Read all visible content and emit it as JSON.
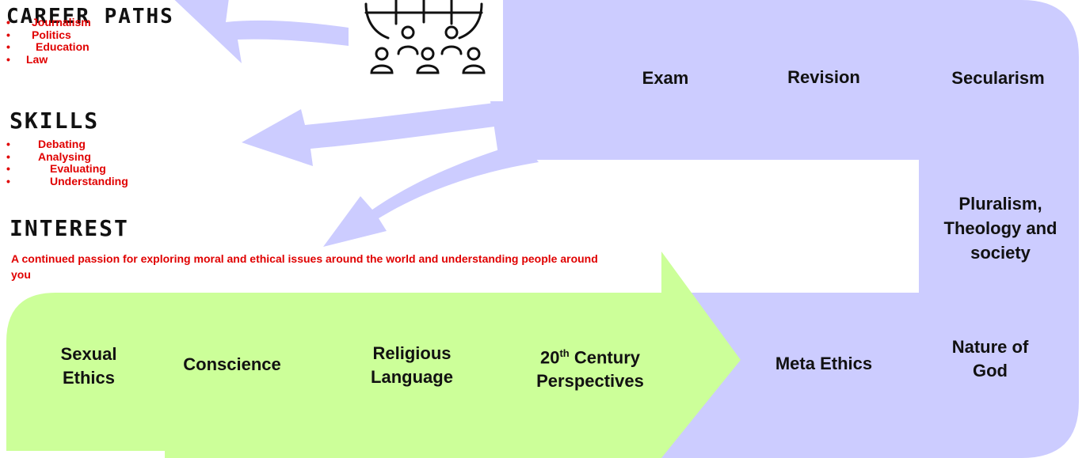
{
  "colors": {
    "upper_band": "#ccccff",
    "lower_band": "#ccff99",
    "accent_text": "#e00000",
    "dark_text": "#111111"
  },
  "career_paths": {
    "heading": "CAREER PATHS",
    "items": [
      "Journalism",
      "Politics",
      "Education",
      "Law"
    ]
  },
  "skills": {
    "heading": "SKILLS",
    "items": [
      "Debating",
      "Analysing",
      "Evaluating",
      "Understanding"
    ]
  },
  "interest": {
    "heading": "INTEREST",
    "text": "A continued passion for exploring moral and ethical issues around the world and understanding people around you"
  },
  "icon": "group-of-people-globe-icon",
  "upper_topics": [
    "Exam",
    "Revision",
    "Secularism"
  ],
  "side_topic": "Pluralism, Theology and society",
  "lower_right_topics": [
    "Meta Ethics",
    "Nature of God"
  ],
  "lower_topics": {
    "sexual_ethics": "Sexual Ethics",
    "conscience": "Conscience",
    "religious_language": "Religious Language",
    "century_number": "20",
    "century_sup": "th",
    "century_rest": "Century",
    "perspectives": "Perspectives"
  }
}
